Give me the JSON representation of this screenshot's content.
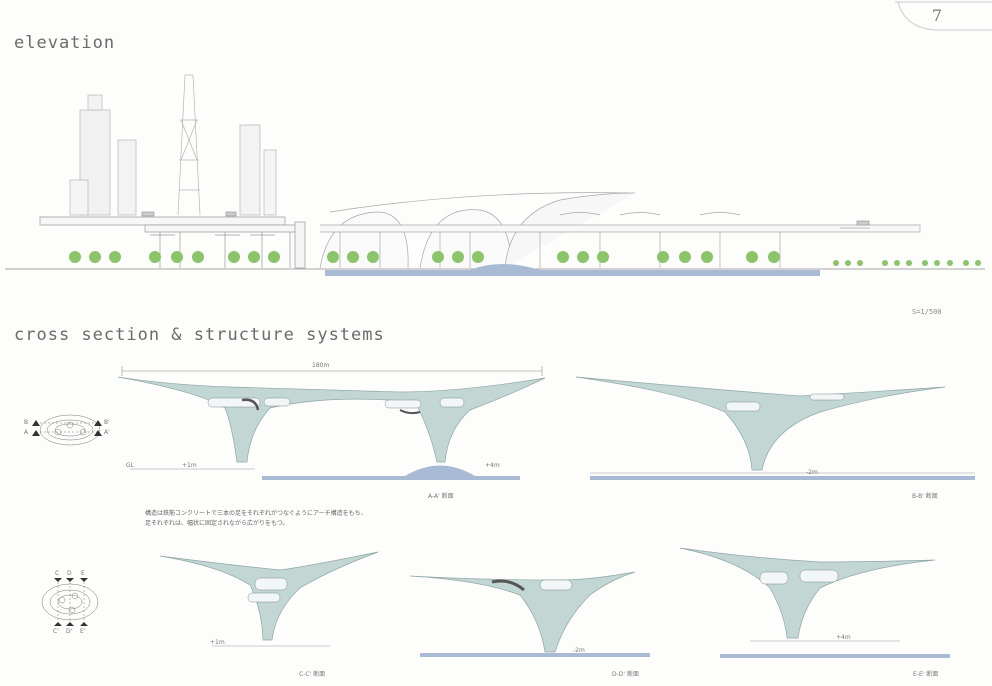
{
  "page_number": "7",
  "elevation": {
    "title": "elevation"
  },
  "cross_section": {
    "title": "cross section & structure systems",
    "scale": "S=1/500",
    "dimension_top": "180m",
    "levels": {
      "a_plus": "+4m",
      "a_base": "+1m",
      "b": "-2m",
      "c": "+1m",
      "d": "-2m",
      "e": "+4m",
      "gl": "GL"
    },
    "key_labels_ab": {
      "a": "A",
      "b": "B",
      "a_prime": "A'",
      "b_prime": "B'"
    },
    "key_labels_cde": {
      "c": "C",
      "d": "D",
      "e": "E",
      "c_prime": "C'",
      "d_prime": "D'",
      "e_prime": "E'"
    },
    "sections": {
      "aa": "A-A' 断面",
      "bb": "B-B' 断面",
      "cc": "C-C' 断面",
      "dd": "D-D' 断面",
      "ee": "E-E' 断面"
    },
    "note_line1": "構造は鉄筋コンクリートで三本の足をそれぞれがつなぐようにアーチ構造をもち、",
    "note_line2": "足それぞれは、幅状に固定されながら広がりをもつ。"
  },
  "colors": {
    "structure": "#c2d6d4",
    "structure_edge": "#8fa8a6",
    "water": "#a9bad4",
    "tree": "#8cc46a",
    "line": "#999999"
  }
}
